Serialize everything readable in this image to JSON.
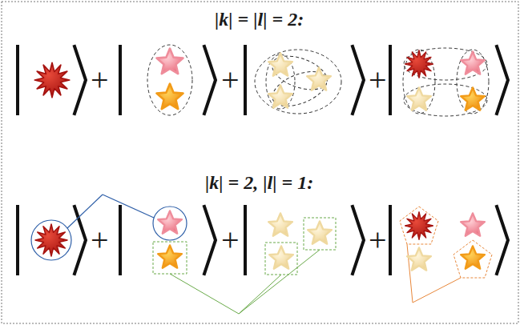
{
  "diagram": {
    "labels": [
      "|k| = |l| = 2:",
      "+",
      "+",
      "+",
      "|k| = 2, |l| = 1:",
      "+",
      "+",
      "+"
    ]
  }
}
